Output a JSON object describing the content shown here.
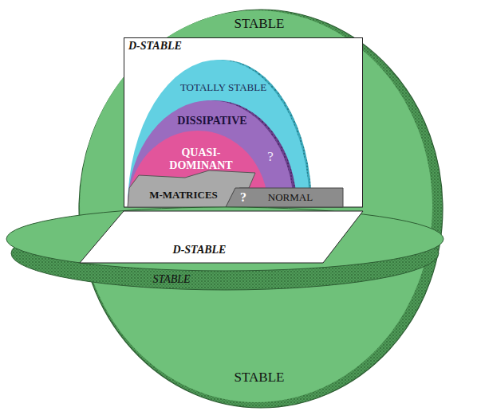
{
  "diagram": {
    "nodes": [
      {
        "text": [
          "STABLE",
          "STABLE"
        ]
      },
      {
        "text": [
          "D-STABLE"
        ],
        "in": 0
      },
      {
        "text": [
          "TOTALLY STABLE"
        ],
        "in": 1
      },
      {
        "text": [
          "DISSIPATIVE",
          "?"
        ],
        "in": 2
      },
      {
        "text": [
          "QUASI- DOMINANT"
        ],
        "in": 3
      },
      {
        "text": [
          "M-MATRICES"
        ],
        "in": 4
      },
      {
        "text": [
          "?",
          "NORMAL"
        ],
        "in": 1
      },
      {
        "text": [
          "STABLE"
        ],
        "in": 0
      },
      {
        "text": [
          "D-STABLE"
        ],
        "in": 7
      }
    ]
  }
}
